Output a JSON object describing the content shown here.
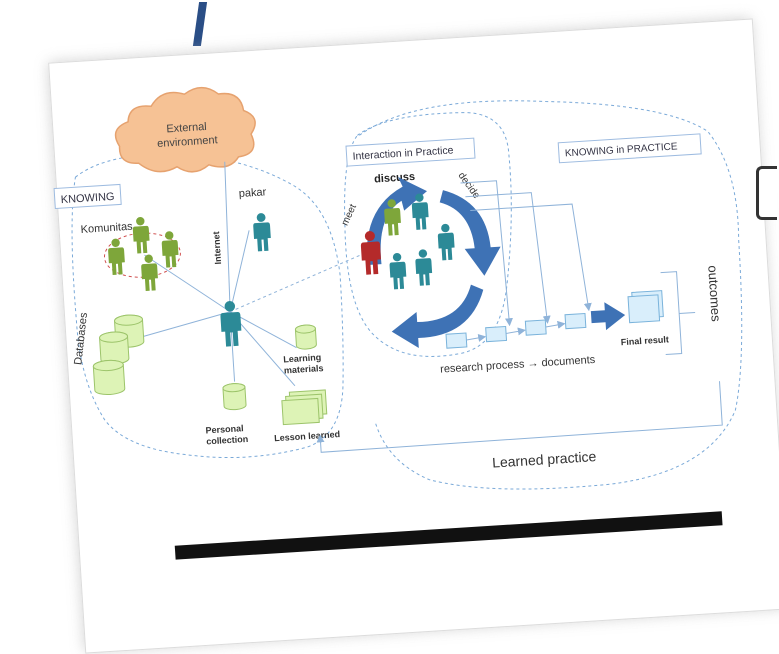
{
  "diagram": {
    "cloud_label_line1": "External",
    "cloud_label_line2": "environment",
    "knowing_label": "KNOWING",
    "komunitas_label": "Komunitas",
    "pakar_label": "pakar",
    "internet_label": "Internet",
    "databases_label": "Databases",
    "learning_materials_line1": "Learning",
    "learning_materials_line2": "materials",
    "personal_collection_line1": "Personal",
    "personal_collection_line2": "collection",
    "lesson_learned_label": "Lesson learned",
    "interaction_label": "Interaction in Practice",
    "discuss_label": "discuss",
    "meet_label": "meet",
    "decide_label": "decide",
    "knowing_in_practice_label": "KNOWING in PRACTICE",
    "research_process_label": "research process → documents",
    "final_result_label": "Final result",
    "outcomes_label": "outcomes",
    "learned_practice_label": "Learned practice"
  },
  "colors": {
    "person_teal": "#2c8a97",
    "person_green": "#7ea63a",
    "person_red": "#b42a2a",
    "cycle_blue": "#3e72b5",
    "cloud_fill": "#f6c295",
    "cylinder_fill": "#ddf3b6",
    "doc_fill": "#d9eefb",
    "line_color": "#8fb3d9",
    "dotted_color": "#7aa9d8"
  }
}
